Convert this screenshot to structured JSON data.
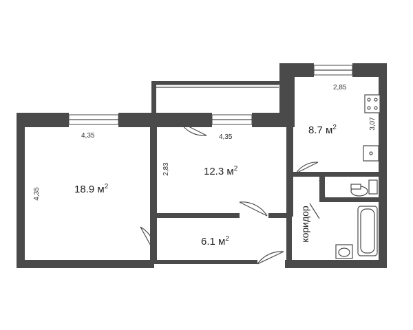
{
  "rooms": {
    "left_room": {
      "area": "18.9",
      "unit": "м",
      "power": "2",
      "width": "4,35",
      "height": "4,35"
    },
    "middle_room": {
      "area": "12.3",
      "unit": "м",
      "power": "2",
      "width": "4,35",
      "height": "2,83"
    },
    "kitchen": {
      "area": "8.7",
      "unit": "м",
      "power": "2",
      "width": "2,85",
      "height": "3,07"
    },
    "hall": {
      "area": "6.1",
      "unit": "м",
      "power": "2"
    }
  },
  "corridor": {
    "label": "коридор"
  }
}
